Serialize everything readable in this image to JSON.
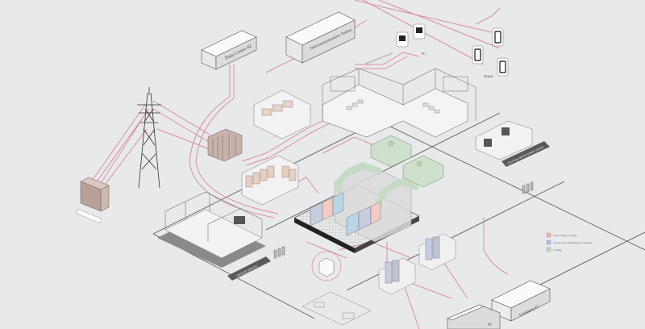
{
  "title": "Data center and network infrastructure isometric diagram",
  "buildings": {
    "data_center_2": "Data Center #2",
    "telecom_station": "Telecommunications Station",
    "company_2": "Company #2",
    "company_1_partial": "#1"
  },
  "devices": {
    "pc_label": "PC",
    "mobile_label": "Mobile",
    "wan_label": "WAN (Wide Area Network)"
  },
  "zones": {
    "office_space": "OFFICE SPACE",
    "central_monitoring": "CENTRAL MONITORING SPACE"
  },
  "legend": {
    "items": [
      {
        "label": "Power Supply Systems",
        "color": "#e9b8a8"
      },
      {
        "label": "Servers and Communication Systems",
        "color": "#b8c0dc"
      },
      {
        "label": "Cooling",
        "color": "#bcd8b8"
      }
    ]
  },
  "colors": {
    "background": "#e8e9eb",
    "power_line": "#d98ea0",
    "cooling": "#cfe0cc",
    "server_blue": "#b9d6e6",
    "server_pink": "#f0ccc4",
    "transformer": "#bfa9a4",
    "dark_band": "#5a5a5c"
  }
}
